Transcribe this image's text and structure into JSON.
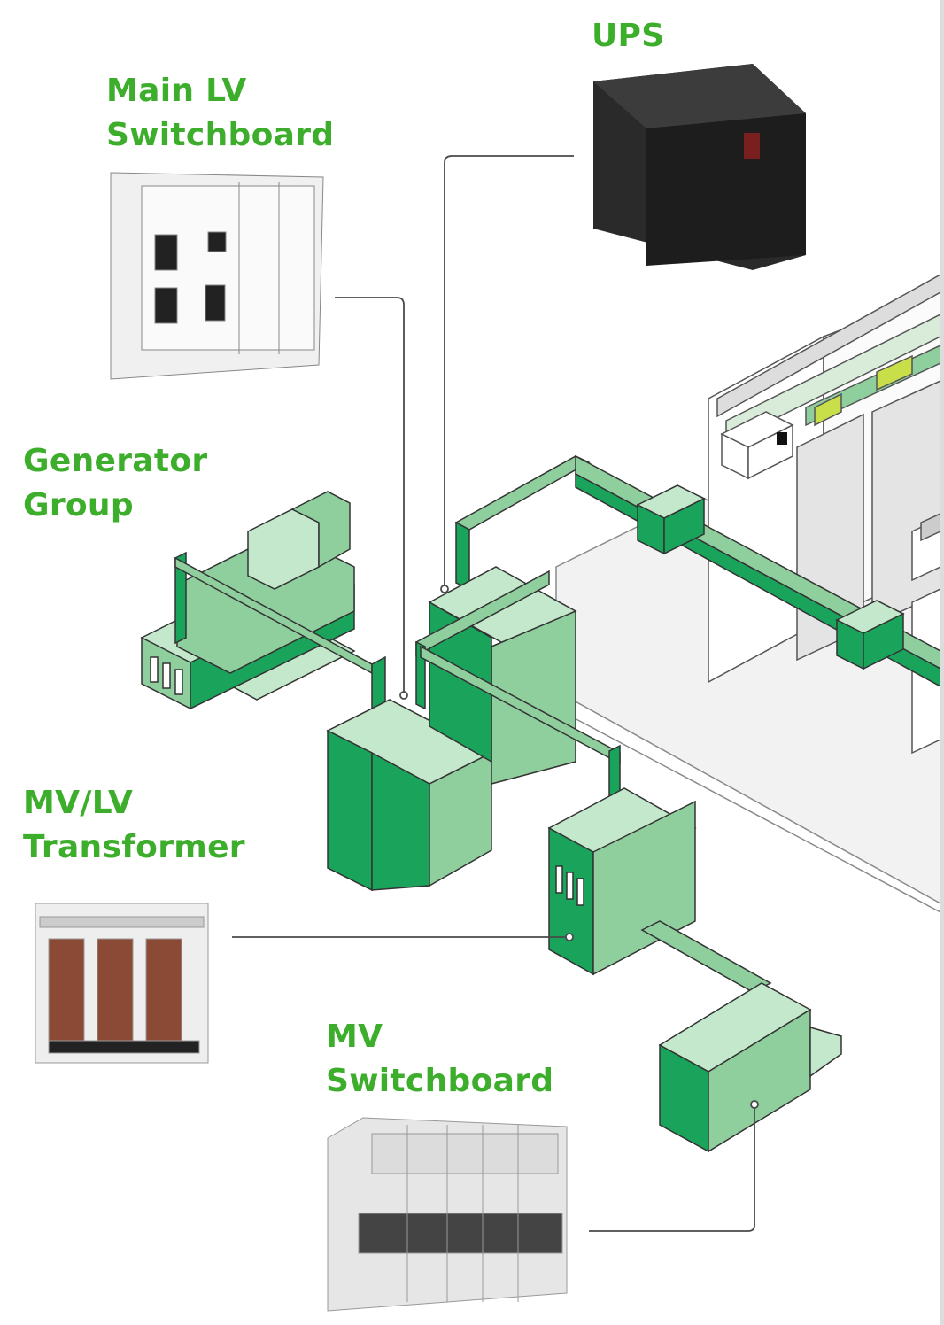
{
  "labels": {
    "ups": "UPS",
    "main_lv_line1": "Main LV",
    "main_lv_line2": "Switchboard",
    "generator_line1": "Generator",
    "generator_line2": "Group",
    "transformer_line1": "MV/LV",
    "transformer_line2": "Transformer",
    "mv_line1": "MV",
    "mv_line2": "Switchboard"
  },
  "colors": {
    "label": "#3dae2b",
    "equipment_dark": "#1aa35a",
    "equipment_mid": "#8fcf9e",
    "equipment_light": "#c4e8cc",
    "floor": "#f2f2f2",
    "leader_line": "#4a4a4a"
  }
}
